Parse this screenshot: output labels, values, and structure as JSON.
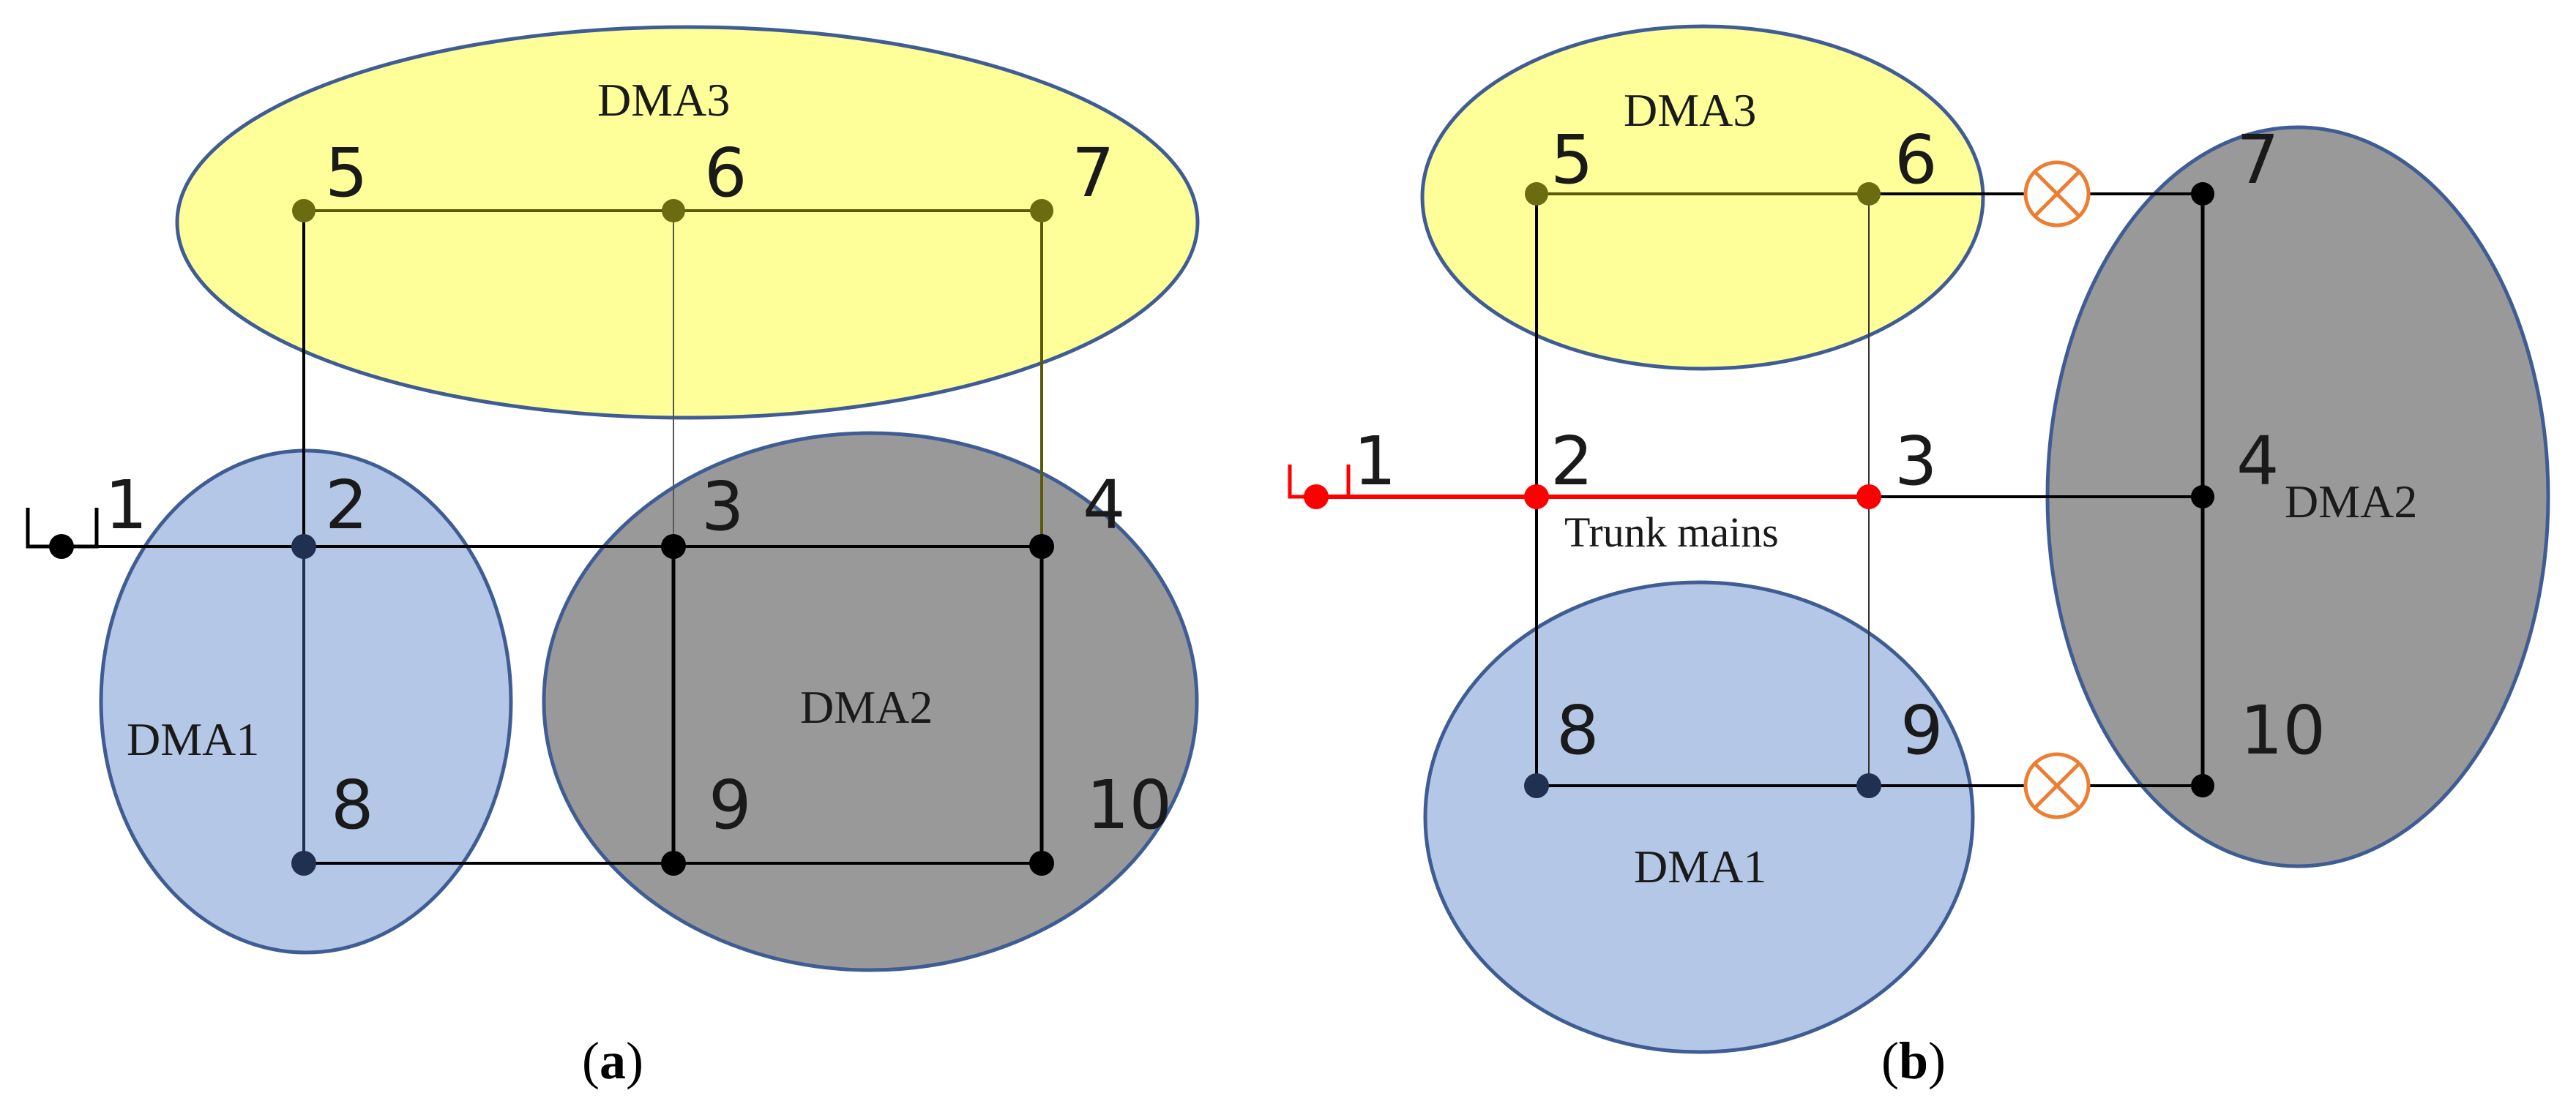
{
  "colors": {
    "dma1_fill": "#b4c7e7",
    "dma2_fill": "#999999",
    "dma3_fill": "#ffff99",
    "zone_outline": "#3f5d94",
    "pipe_black": "#000000",
    "pipe_olive": "#5a5a0a",
    "node_navy": "#1f3050",
    "node_black": "#000000",
    "node_olive": "#6b6b10",
    "trunk_red": "#ff0000",
    "valve_orange": "#ed7d31"
  },
  "panel_a": {
    "label_open": "(",
    "label_letter": "a",
    "label_close": ")",
    "zones": {
      "dma1": "DMA1",
      "dma2": "DMA2",
      "dma3": "DMA3"
    },
    "nodes": [
      "1",
      "2",
      "3",
      "4",
      "5",
      "6",
      "7",
      "8",
      "9",
      "10"
    ],
    "source_node": "1"
  },
  "panel_b": {
    "label_open": "(",
    "label_letter": "b",
    "label_close": ")",
    "zones": {
      "dma1": "DMA1",
      "dma2": "DMA2",
      "dma3": "DMA3"
    },
    "nodes": [
      "1",
      "2",
      "3",
      "4",
      "5",
      "6",
      "7",
      "8",
      "9",
      "10"
    ],
    "trunk_label": "Trunk mains",
    "source_node": "1",
    "valve_icon": "valve-icon"
  }
}
